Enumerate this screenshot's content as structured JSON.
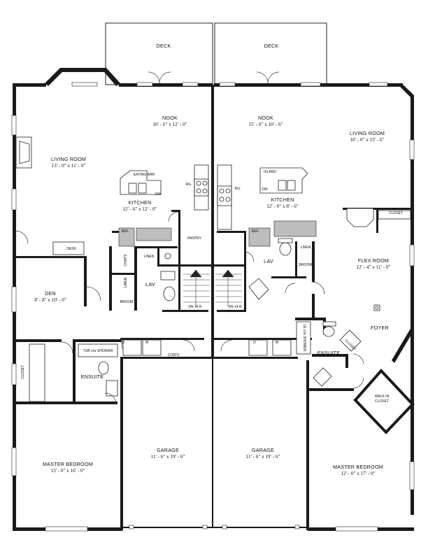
{
  "left_unit": {
    "deck": "DECK",
    "nook": {
      "name": "NOOK",
      "dim": "10' - 6\" x 12' - 0\""
    },
    "living_room": {
      "name": "LIVING ROOM",
      "dim": "13' - 0\" x 11' - 0\""
    },
    "eating_bar": "EATING BAR",
    "dw": "DW",
    "rg": "RG.",
    "kitchen": {
      "name": "KITCHEN",
      "dim": "12' - 6\" x 12' - 0\""
    },
    "pantry": "PANTRY",
    "ref": "REF.",
    "coats_upper": "COATS",
    "linen_upper": "LINEN",
    "linen_lower": "LINEN",
    "lav": "LAV",
    "broom": "BROOM",
    "stair": "DN 14 R",
    "desk": "DESK",
    "den": {
      "name": "DEN",
      "dim": "8' - 8\" x 10' - 0\""
    },
    "d": "D",
    "w": "W",
    "coats_lower": "COATS",
    "tub": "TUB c/w SHOWER",
    "closet": "CLOSET",
    "ensuite": "ENSUITE",
    "garage": {
      "name": "GARAGE",
      "dim": "11' - 6\" x 19' - 6\""
    },
    "master": {
      "name": "MASTER BEDROOM",
      "dim": "13' - 0\" x 16' - 0\""
    }
  },
  "right_unit": {
    "deck": "DECK",
    "nook": {
      "name": "NOOK",
      "dim": "15' - 0\" x 10' - 6\""
    },
    "living_room": {
      "name": "LIVING ROOM",
      "dim": "10' - 0\" x 15' - 6\""
    },
    "island": "ISLAND",
    "dw": "DW.",
    "rg": "RG.",
    "kitchen": {
      "name": "KITCHEN",
      "dim": "12' - 0\" x 8' - 6\""
    },
    "ref": "REF.",
    "linen": "LINEN",
    "broom": "BROOM",
    "lav": "LAV",
    "stair": "DN 14 R",
    "closet_upper": "CLOSET",
    "flex_room": {
      "name": "FLEX ROOM",
      "dim": "12' - 4\" x 11' - 0\""
    },
    "foyer": "FOYER",
    "d": "D",
    "w": "W",
    "shower": "LE c/w SHOWER",
    "closet_lower": "CLOSET",
    "ensuite": "ENSUITE",
    "walk_in_line1": "WALK IN",
    "walk_in_line2": "CLOSET",
    "garage": {
      "name": "GARAGE",
      "dim": "11' - 6\" x 19' - 6\""
    },
    "master": {
      "name": "MASTER BEDROOM",
      "dim": "12' - 0\" x 17' - 0\""
    }
  }
}
